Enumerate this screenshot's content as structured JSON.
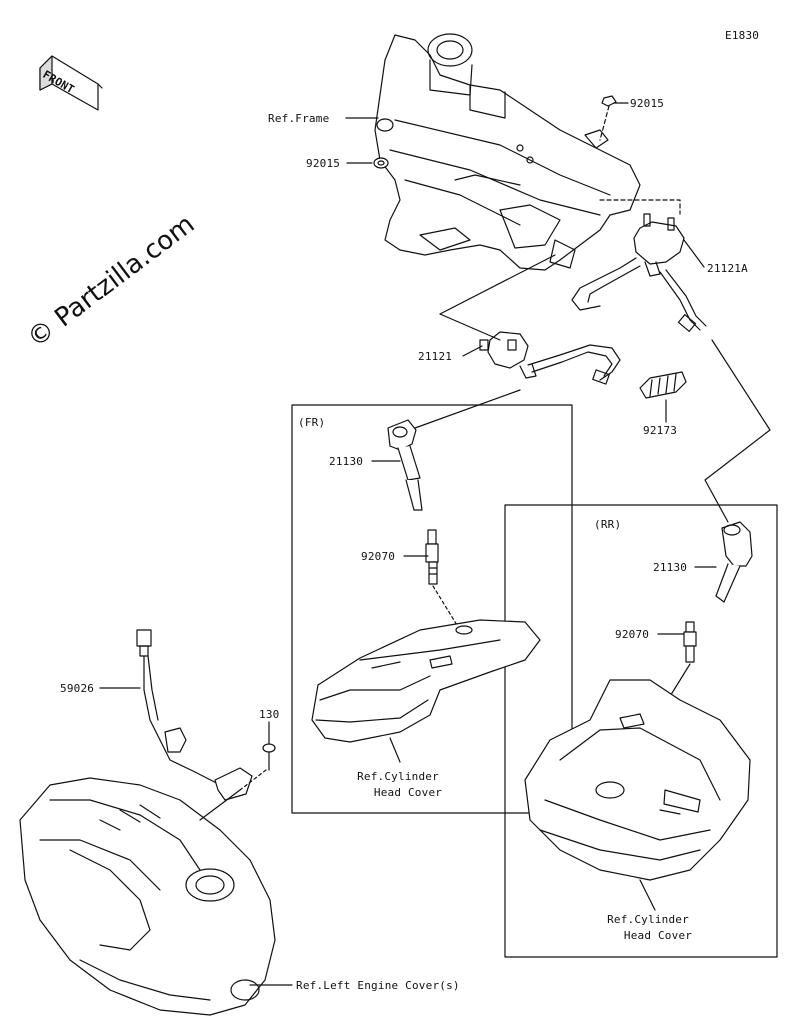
{
  "diagram_code": "E1830",
  "watermark": "© Partzilla.com",
  "front_label": "FRONT",
  "groups": {
    "fr": "(FR)",
    "rr": "(RR)"
  },
  "labels": {
    "ref_frame": "Ref.Frame",
    "p92015_top": "92015",
    "p92015_left": "92015",
    "p21121a": "21121A",
    "p21121": "21121",
    "p92173": "92173",
    "p21130_fr": "21130",
    "p92070_fr": "92070",
    "ref_cyl_fr_1": "Ref.Cylinder",
    "ref_cyl_fr_2": "Head Cover",
    "p21130_rr": "21130",
    "p92070_rr": "92070",
    "ref_cyl_rr_1": "Ref.Cylinder",
    "ref_cyl_rr_2": "Head Cover",
    "p59026": "59026",
    "p130": "130",
    "ref_engine": "Ref.Left Engine Cover(s)"
  }
}
